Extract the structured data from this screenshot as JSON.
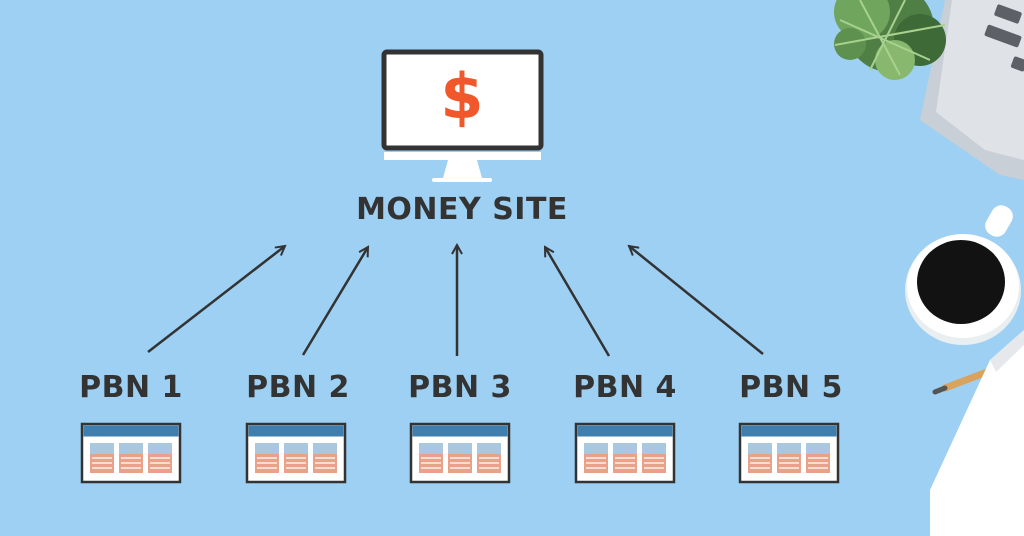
{
  "colors": {
    "background": "#9dd0f3",
    "text": "#333333",
    "accent": "#f0572a",
    "page_header": "#3f7fb0",
    "block_pink": "#e9a28a",
    "block_blue": "#a9c7de"
  },
  "money_site": {
    "label": "MONEY SITE",
    "symbol": "$",
    "icon": "monitor-icon"
  },
  "pbns": [
    {
      "label": "PBN 1",
      "icon": "webpage-icon"
    },
    {
      "label": "PBN 2",
      "icon": "webpage-icon"
    },
    {
      "label": "PBN 3",
      "icon": "webpage-icon"
    },
    {
      "label": "PBN 4",
      "icon": "webpage-icon"
    },
    {
      "label": "PBN 5",
      "icon": "webpage-icon"
    }
  ],
  "decorations": [
    "plant-icon",
    "laptop-icon",
    "coffee-cup-icon",
    "pencil-icon",
    "notepad-icon"
  ]
}
